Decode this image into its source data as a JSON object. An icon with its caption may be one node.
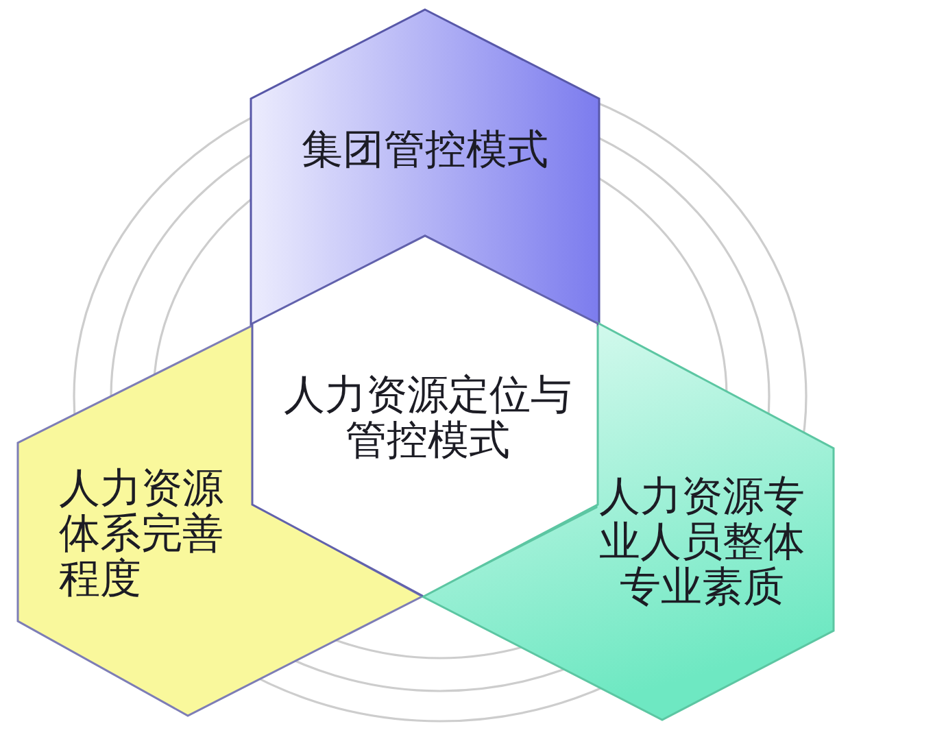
{
  "diagram": {
    "nodes": [
      {
        "text": [
          "集团管控模式"
        ]
      },
      {
        "text": [
          "人力资源定位与管控模式"
        ]
      },
      {
        "text": [
          "人力资源体系完善程度"
        ]
      },
      {
        "text": [
          "人力资源专业人员整体专业素质"
        ]
      }
    ]
  }
}
